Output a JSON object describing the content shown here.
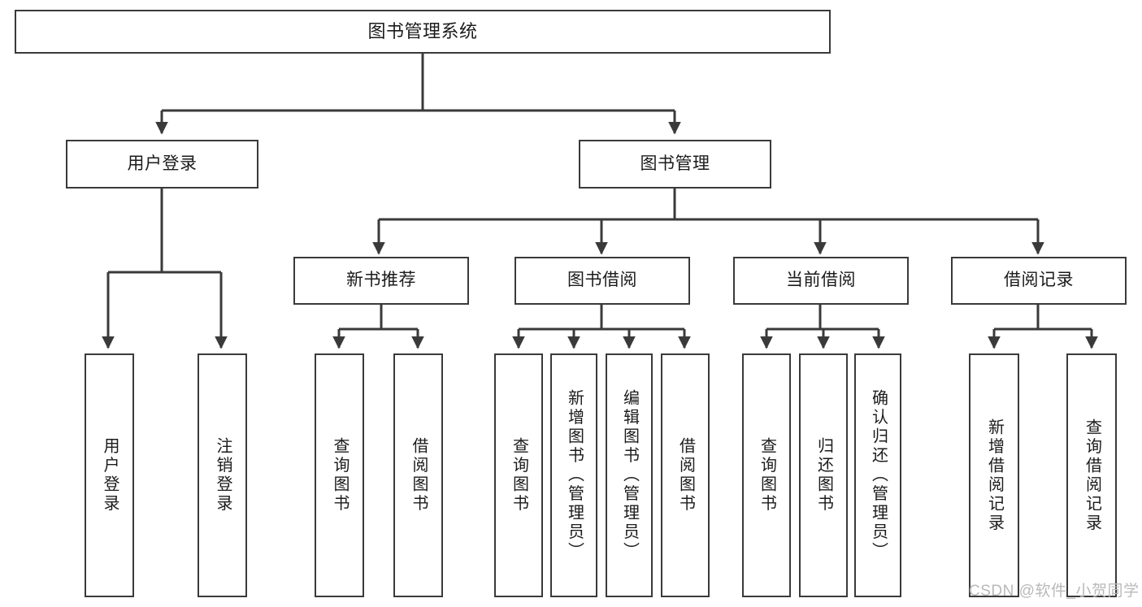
{
  "diagram": {
    "title": "图书管理系统",
    "type": "tree-hierarchy",
    "watermark": "CSDN @软件_小贺同学",
    "colors": {
      "box_border": "#3a3a3a",
      "box_fill": "#ffffff",
      "connector": "#3a3a3a",
      "text": "#1b1b1b",
      "watermark": "#b9b9b9"
    },
    "nodes": {
      "root": {
        "label": "图书管理系统"
      },
      "level2": [
        {
          "label": "用户登录"
        },
        {
          "label": "图书管理"
        }
      ],
      "level3": [
        {
          "label": "新书推荐"
        },
        {
          "label": "图书借阅"
        },
        {
          "label": "当前借阅"
        },
        {
          "label": "借阅记录"
        }
      ],
      "leaves_user_login": [
        {
          "label": "用户登录"
        },
        {
          "label": "注销登录"
        }
      ],
      "leaves_new_books": [
        {
          "label": "查询图书"
        },
        {
          "label": "借阅图书"
        }
      ],
      "leaves_borrow": [
        {
          "label": "查询图书"
        },
        {
          "label": "新增图书（管理员）"
        },
        {
          "label": "编辑图书（管理员）"
        },
        {
          "label": "借阅图书"
        }
      ],
      "leaves_current": [
        {
          "label": "查询图书"
        },
        {
          "label": "归还图书"
        },
        {
          "label": "确认归还（管理员）"
        }
      ],
      "leaves_records": [
        {
          "label": "新增借阅记录"
        },
        {
          "label": "查询借阅记录"
        }
      ]
    }
  }
}
